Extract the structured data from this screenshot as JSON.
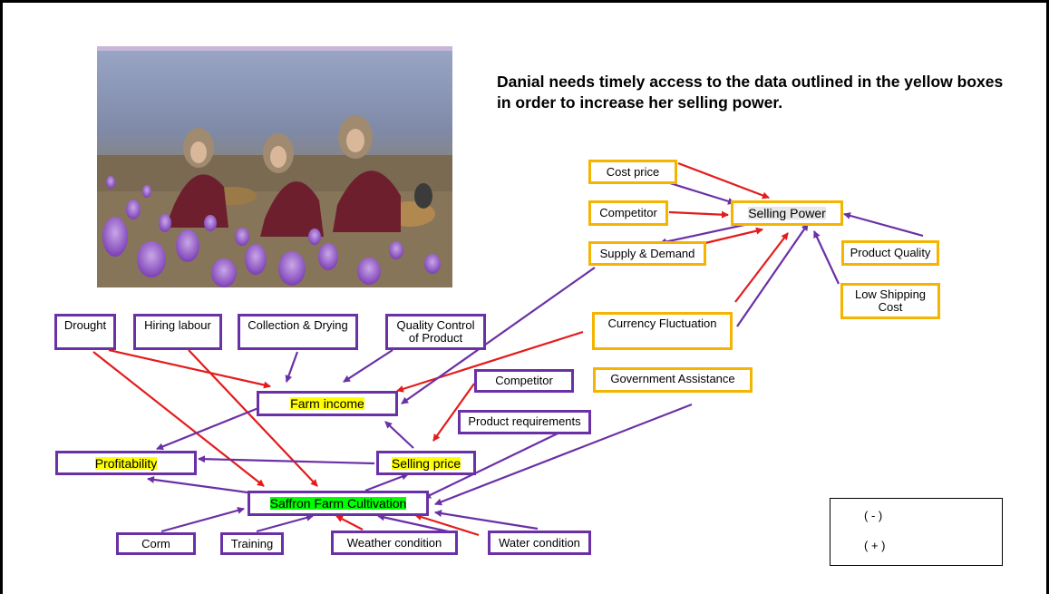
{
  "headline": "Danial needs timely access to the data outlined in the yellow boxes in order to increase her selling power.",
  "colors": {
    "negative": "#e41b1b",
    "positive": "#6a30a6",
    "yellow_box_border": "#f4b400",
    "purple_box_border": "#6a30a6",
    "highlight_yellow": "#ffff00",
    "highlight_green": "#00ff00"
  },
  "boxes": {
    "cost_price": "Cost price",
    "competitor_top": "Competitor",
    "selling_power": "Selling Power",
    "supply_demand": "Supply & Demand",
    "product_quality": "Product Quality",
    "low_shipping_cost": "Low Shipping Cost",
    "currency_fluctuation": "Currency Fluctuation",
    "government_assistance": "Government Assistance",
    "drought": "Drought",
    "hiring_labour": "Hiring labour",
    "collection_drying": "Collection & Drying",
    "quality_control": "Quality Control of Product",
    "farm_income": "Farm income",
    "competitor_bottom": "Competitor",
    "product_requirements": "Product requirements",
    "profitability": "Profitability",
    "selling_price": "Selling price",
    "saffron_farm_cultivation": "Saffron Farm Cultivation",
    "corm": "Corm",
    "training": "Training",
    "weather_condition": "Weather condition",
    "water_condition": "Water condition"
  },
  "legend": {
    "negative_label": "( - )",
    "positive_label": "( + )"
  },
  "photo": {
    "description_icon": "saffron-harvest-photo"
  }
}
